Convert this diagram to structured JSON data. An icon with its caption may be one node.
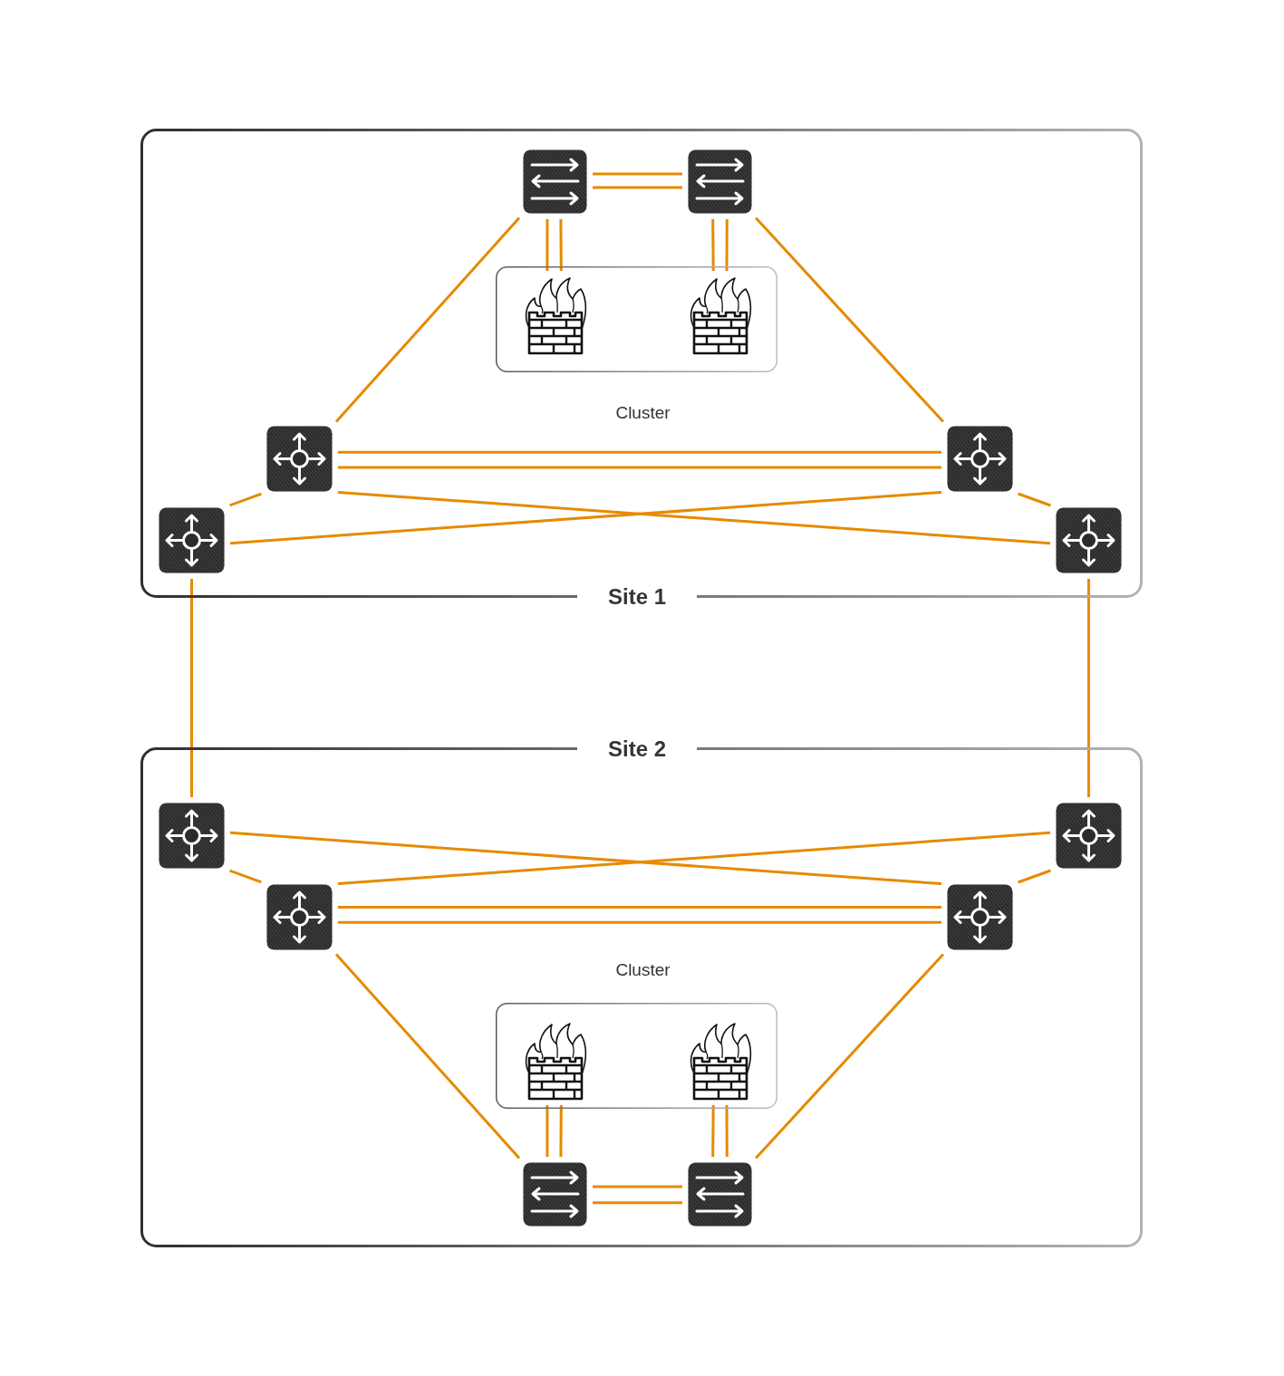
{
  "diagram": {
    "nodes": [
      {
        "text": [
          "Site 1"
        ]
      },
      {
        "text": [],
        "shape": "picture",
        "in": 0
      },
      {
        "text": [],
        "shape": "picture",
        "in": 0
      },
      {
        "text": [
          "Cluster"
        ],
        "in": 0
      },
      {
        "text": [],
        "shape": "picture",
        "in": 3
      },
      {
        "text": [],
        "shape": "picture",
        "in": 3
      },
      {
        "text": [],
        "shape": "picture",
        "in": 0
      },
      {
        "text": [],
        "shape": "picture",
        "in": 0
      },
      {
        "text": [],
        "shape": "picture",
        "in": 0
      },
      {
        "text": [],
        "shape": "picture",
        "in": 0
      },
      {
        "text": [
          "Site 2"
        ]
      },
      {
        "text": [],
        "shape": "picture",
        "in": 10
      },
      {
        "text": [],
        "shape": "picture",
        "in": 10
      },
      {
        "text": [],
        "shape": "picture",
        "in": 10
      },
      {
        "text": [],
        "shape": "picture",
        "in": 10
      },
      {
        "text": [
          "Cluster"
        ],
        "in": 10
      },
      {
        "text": [],
        "shape": "picture",
        "in": 15
      },
      {
        "text": [],
        "shape": "picture",
        "in": 15
      },
      {
        "text": [],
        "shape": "picture",
        "in": 10
      },
      {
        "text": [],
        "shape": "picture",
        "in": 10
      }
    ],
    "edges": [
      {
        "from": 1,
        "to": 2,
        "arrow": "none"
      },
      {
        "from": 1,
        "to": 2,
        "arrow": "none"
      },
      {
        "from": 1,
        "to": 4,
        "arrow": "none"
      },
      {
        "from": 1,
        "to": 4,
        "arrow": "none"
      },
      {
        "from": 2,
        "to": 5,
        "arrow": "none"
      },
      {
        "from": 2,
        "to": 5,
        "arrow": "none"
      },
      {
        "from": 1,
        "to": 6,
        "arrow": "none"
      },
      {
        "from": 2,
        "to": 7,
        "arrow": "none"
      },
      {
        "from": 6,
        "to": 7,
        "arrow": "none"
      },
      {
        "from": 6,
        "to": 7,
        "arrow": "none"
      },
      {
        "from": 6,
        "to": 8,
        "arrow": "none"
      },
      {
        "from": 7,
        "to": 9,
        "arrow": "none"
      },
      {
        "from": 6,
        "to": 9,
        "arrow": "none"
      },
      {
        "from": 7,
        "to": 8,
        "arrow": "none"
      },
      {
        "from": 8,
        "to": 11,
        "arrow": "none"
      },
      {
        "from": 9,
        "to": 12,
        "arrow": "none"
      },
      {
        "from": 11,
        "to": 13,
        "arrow": "none"
      },
      {
        "from": 12,
        "to": 14,
        "arrow": "none"
      },
      {
        "from": 11,
        "to": 14,
        "arrow": "none"
      },
      {
        "from": 12,
        "to": 13,
        "arrow": "none"
      },
      {
        "from": 13,
        "to": 14,
        "arrow": "none"
      },
      {
        "from": 13,
        "to": 14,
        "arrow": "none"
      },
      {
        "from": 13,
        "to": 18,
        "arrow": "none"
      },
      {
        "from": 14,
        "to": 19,
        "arrow": "none"
      },
      {
        "from": 16,
        "to": 18,
        "arrow": "none"
      },
      {
        "from": 16,
        "to": 18,
        "arrow": "none"
      },
      {
        "from": 17,
        "to": 19,
        "arrow": "none"
      },
      {
        "from": 17,
        "to": 19,
        "arrow": "none"
      },
      {
        "from": 18,
        "to": 19,
        "arrow": "none"
      },
      {
        "from": 18,
        "to": 19,
        "arrow": "none"
      }
    ]
  }
}
